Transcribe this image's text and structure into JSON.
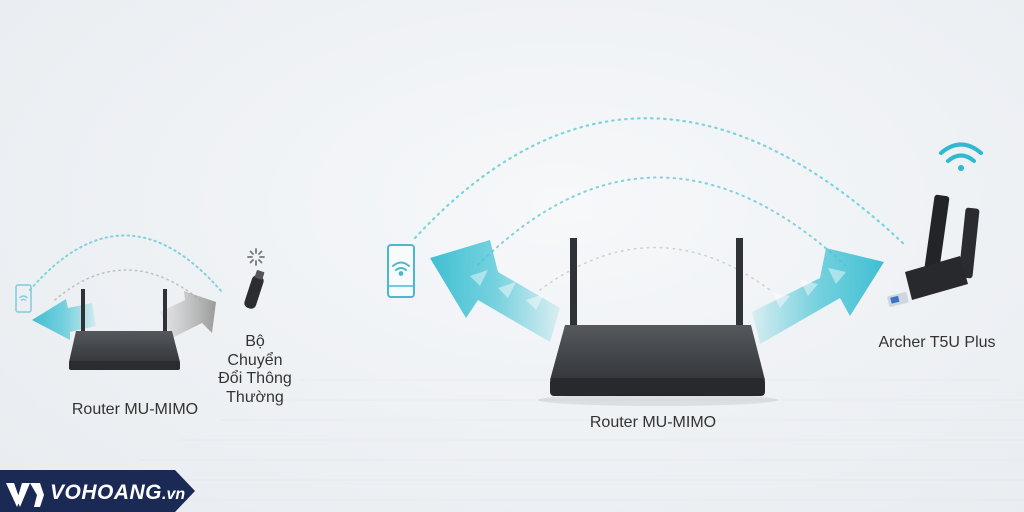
{
  "left_scene": {
    "router_label": "Router MU-MIMO",
    "adapter_label_lines": [
      "Bộ",
      "Chuyển",
      "Đổi Thông",
      "Thường"
    ]
  },
  "right_scene": {
    "router_label": "Router MU-MIMO",
    "adapter_label": "Archer T5U Plus"
  },
  "brand": {
    "name": "VOHOANG",
    "suffix": ".vn",
    "colors": {
      "navy": "#1b2a55",
      "white": "#ffffff"
    }
  },
  "colors": {
    "beam_cyan": "#4cc5d6",
    "beam_gray": "#a8a8a8",
    "router_body": "#3a3d41",
    "dotted_arc": "#7fd3dc",
    "phone_outline": "#4cb8cc"
  },
  "icons": [
    "phone-icon",
    "wifi-icon",
    "loading-spinner-icon",
    "usb-adapter-icon",
    "router-icon",
    "logo-mark-icon"
  ]
}
